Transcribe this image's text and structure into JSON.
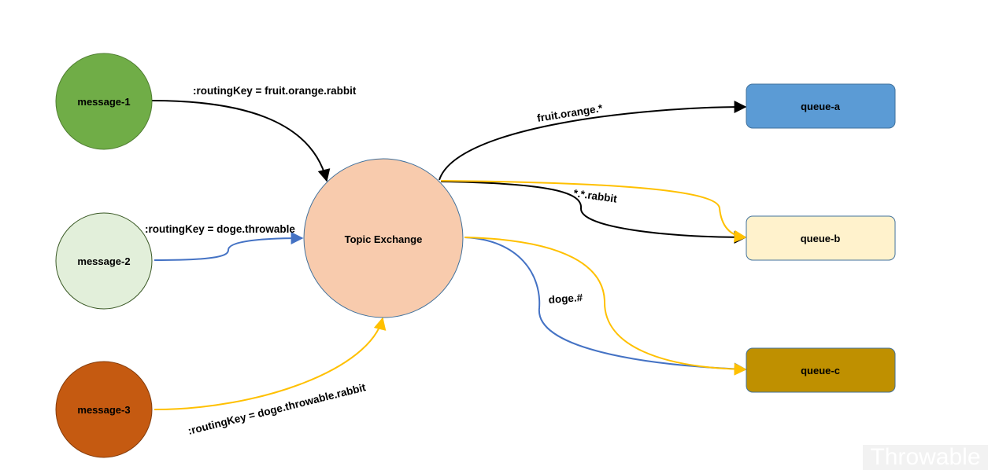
{
  "nodes": {
    "message_1": {
      "label": "message-1",
      "fill": "#70ad47"
    },
    "message_2": {
      "label": "message-2",
      "fill": "#e2efda"
    },
    "message_3": {
      "label": "message-3",
      "fill": "#c55a11"
    },
    "exchange": {
      "label": "Topic Exchange",
      "fill": "#f8cbad"
    },
    "queue_a": {
      "label": "queue-a",
      "fill": "#5b9bd5"
    },
    "queue_b": {
      "label": "queue-b",
      "fill": "#fff2cc"
    },
    "queue_c": {
      "label": "queue-c",
      "fill": "#bf9000"
    }
  },
  "edges": {
    "message_1_key": ":routingKey = fruit.orange.rabbit",
    "message_2_key": ":routingKey = doge.throwable",
    "message_3_key": ":routingKey = doge.throwable.rabbit",
    "binding_a": "fruit.orange.*",
    "binding_b": "*.*.rabbit",
    "binding_c": "doge.#"
  },
  "colors": {
    "black_route": "#000000",
    "blue_route": "#4472c4",
    "yellow_route": "#ffc000"
  },
  "watermark": "Throwable"
}
